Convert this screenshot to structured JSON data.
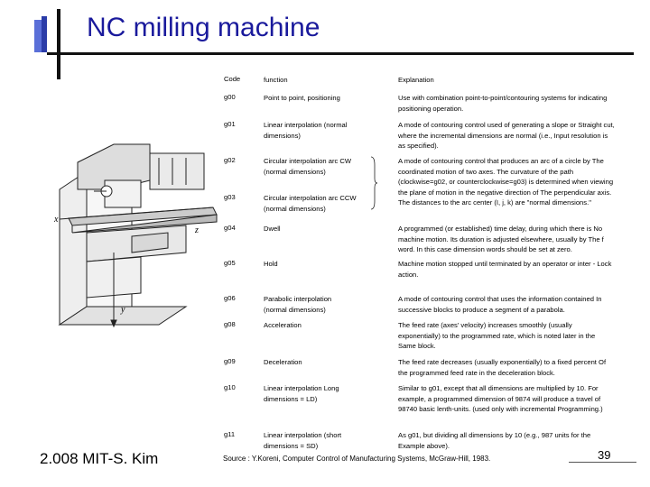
{
  "title": "NC milling machine",
  "footer": {
    "course": "2.008 MIT-S. Kim",
    "source": "Source : Y.Koreni, Computer Control of Manufacturing Systems, McGraw-Hill, 1983.",
    "page": "39"
  },
  "figure_labels": {
    "x": "x",
    "y": "y",
    "z": "z"
  },
  "table": {
    "headers": {
      "code": "Code",
      "function": "function",
      "explanation": "Explanation"
    },
    "rows": [
      {
        "code": "g00",
        "function": "Point to point, positioning",
        "explanation": "Use with combination point-to-point/contouring systems for indicating positioning operation."
      },
      {
        "code": "g01",
        "function": "Linear interpolation (normal dimensions)",
        "explanation": "A mode of contouring control used of generating a slope or Straight cut, where the incremental dimensions are normal (i.e., Input resolution is as specified)."
      },
      {
        "code": "g02",
        "function": "Circular interpolation arc CW (normal dimensions)",
        "explanation": "A mode of contouring control that produces an arc of a circle by The coordinated motion of two axes. The curvature of the path (clockwise=g02, or counterclockwise=g03) is determined when viewing the plane of motion in the negative direction of The perpendicular axis. The distances to the arc center (I, j, k) are \"normal dimensions.\""
      },
      {
        "code": "g03",
        "function": "Circular interpolation arc CCW (normal dimensions)",
        "explanation": ""
      },
      {
        "code": "g04",
        "function": "Dwell",
        "explanation": "A programmed (or established) time delay, during which there is No machine motion. Its duration is adjusted elsewhere, usually by The f word. In this case dimension words should be set at zero."
      },
      {
        "code": "g05",
        "function": "Hold",
        "explanation": "Machine motion stopped until terminated by an operator or inter - Lock action."
      },
      {
        "code": "g06",
        "function": "Parabolic interpolation (normal dimensions)",
        "explanation": "A mode of contouring control that uses the information contained In successive blocks to produce a segment of a parabola."
      },
      {
        "code": "g08",
        "function": "Acceleration",
        "explanation": "The feed rate (axes' velocity) increases smoothly (usually exponentially) to the programmed rate, which is noted later in the Same block."
      },
      {
        "code": "g09",
        "function": "Deceleration",
        "explanation": "The feed rate decreases (usually exponentially) to a fixed percent Of the programmed feed rate in the deceleration block."
      },
      {
        "code": "g10",
        "function": "Linear interpolation Long dimensions = LD)",
        "explanation": "Similar to g01, except that all dimensions are multiplied by 10. For example, a programmed dimension of 9874 will produce a travel of 98740 basic lenth-units. (used only with incremental Programming.)"
      },
      {
        "code": "g11",
        "function": "Linear interpolation (short dimensions = SD)",
        "explanation": "As g01, but dividing all dimensions by 10 (e.g., 987 units for the Example above)."
      }
    ]
  }
}
